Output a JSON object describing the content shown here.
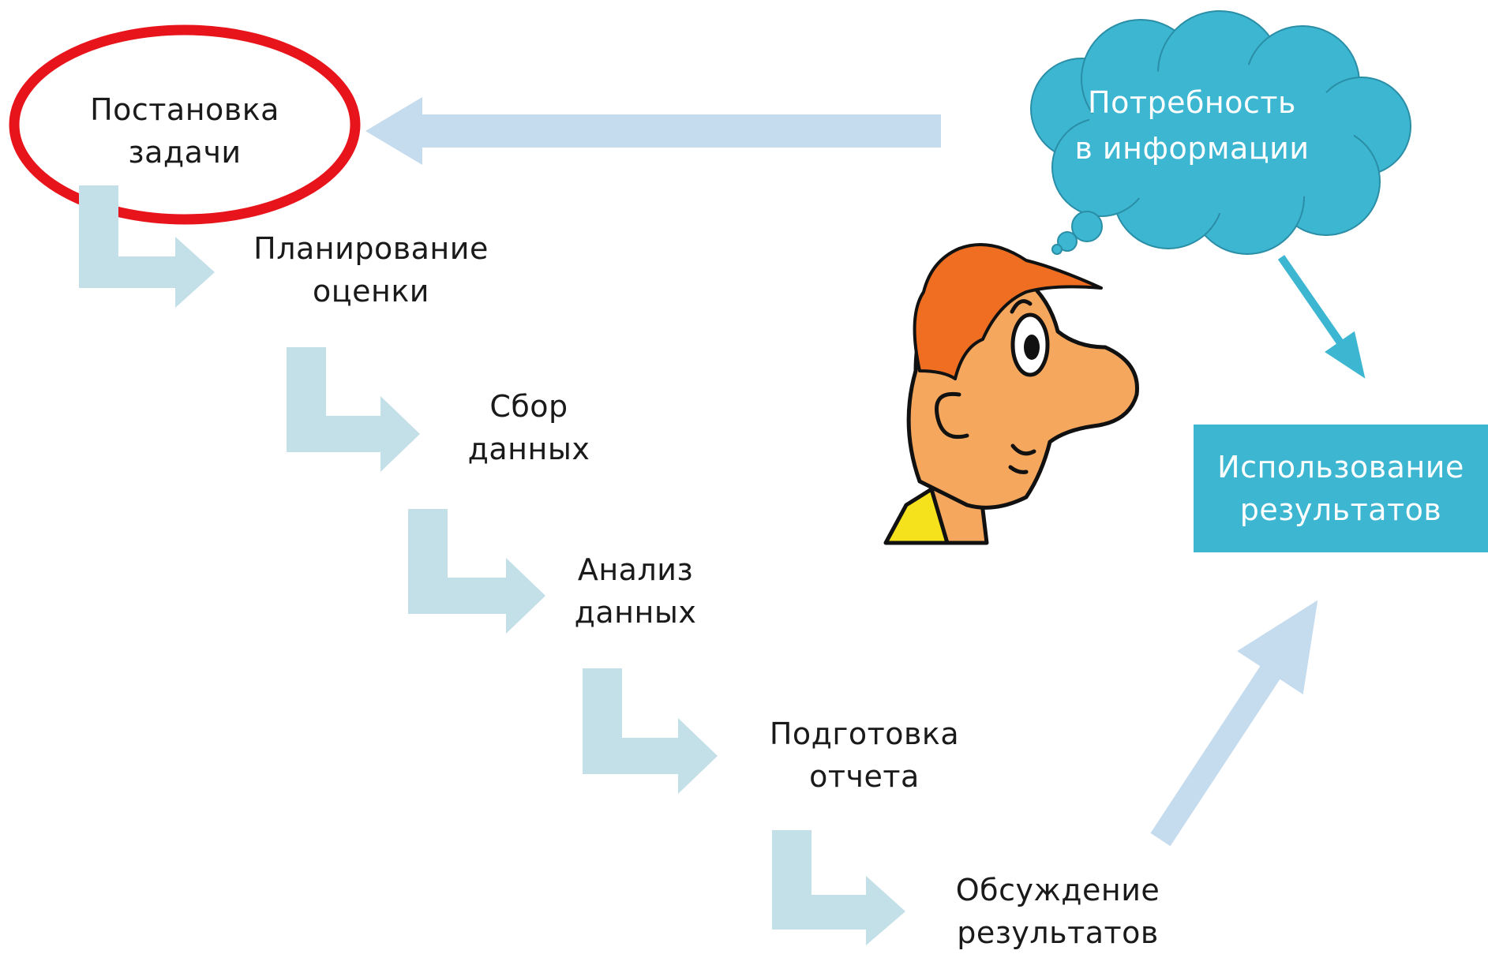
{
  "steps": [
    {
      "line1": "Постановка",
      "line2": "задачи"
    },
    {
      "line1": "Планирование",
      "line2": "оценки"
    },
    {
      "line1": "Сбор",
      "line2": "данных"
    },
    {
      "line1": "Анализ",
      "line2": "данных"
    },
    {
      "line1": "Подготовка",
      "line2": "отчета"
    },
    {
      "line1": "Обсуждение",
      "line2": "результатов"
    }
  ],
  "cloud": {
    "line1": "Потребность",
    "line2": "в информации"
  },
  "use_results": {
    "line1": "Использование",
    "line2": "результатов"
  },
  "colors": {
    "step_arrow": "#c3dfe8",
    "feedback_arrow": "#c5dbee",
    "teal": "#3db6d2",
    "highlight": "#e8141b"
  }
}
